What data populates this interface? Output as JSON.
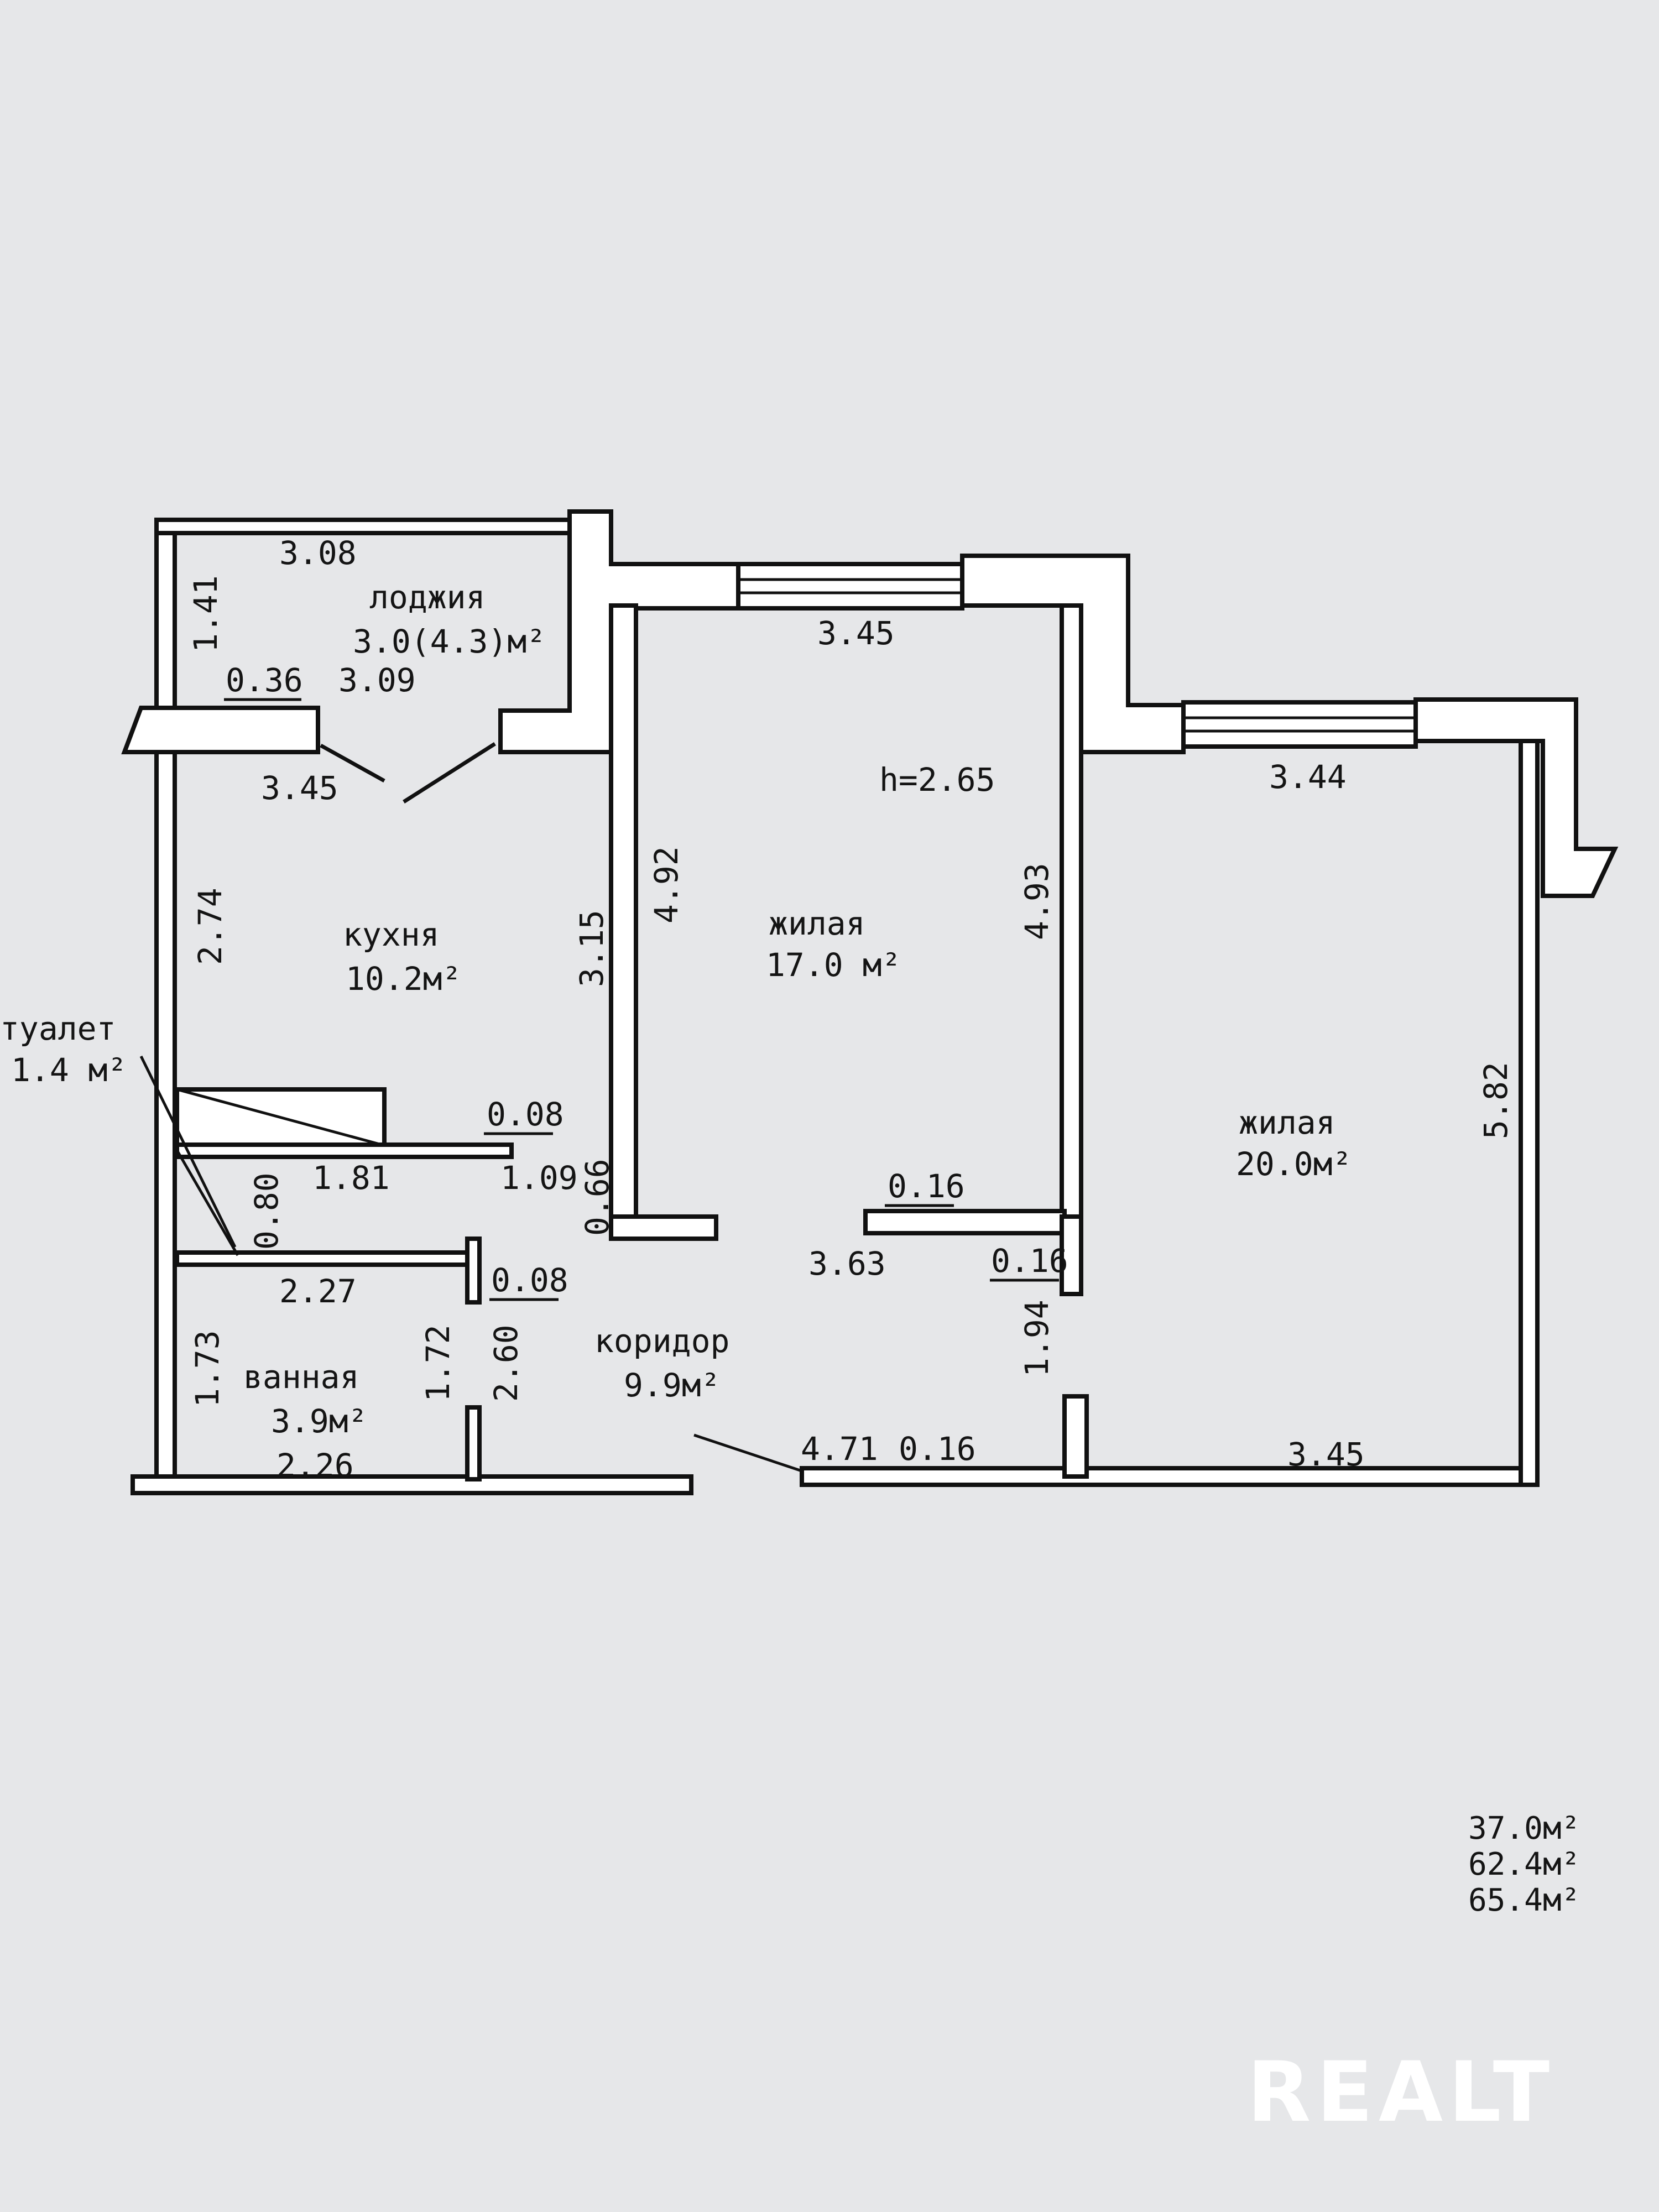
{
  "rooms": {
    "loggia": {
      "name": "лоджия",
      "area": "3.0(4.3)м²"
    },
    "kitchen": {
      "name": "кухня",
      "area": "10.2м²"
    },
    "living1": {
      "name": "жилая",
      "area": "17.0 м²"
    },
    "living2": {
      "name": "жилая",
      "area": "20.0м²"
    },
    "corridor": {
      "name": "коридор",
      "area": "9.9м²"
    },
    "toilet": {
      "name": "туалет",
      "area": "1.4 м²"
    },
    "bath": {
      "name": "ванная",
      "area": "3.9м²"
    }
  },
  "height": "h=2.65",
  "dims": {
    "loggia_top": "3.08",
    "loggia_side": "1.41",
    "loggia_036": "0.36",
    "loggia_bottom": "3.09",
    "kitchen_top": "3.45",
    "kitchen_side": "2.74",
    "kitchen_right": "3.15",
    "living1_top": "3.45",
    "living1_left": "4.92",
    "living1_right": "4.93",
    "living2_top": "3.44",
    "living2_right": "5.82",
    "living2_bottom": "3.45",
    "toilet_008": "0.08",
    "toilet_181": "1.81",
    "toilet_109": "1.09",
    "toilet_080": "0.80",
    "corr_066": "0.66",
    "corr_016a": "0.16",
    "corr_016b": "0.16",
    "corr_363": "3.63",
    "bath_227": "2.27",
    "bath_008": "0.08",
    "bath_173": "1.73",
    "bath_172": "1.72",
    "bath_260": "2.60",
    "bath_226": "2.26",
    "corr_194": "1.94",
    "corr_471": "4.71",
    "corr_016c": "0.16"
  },
  "totals": [
    "37.0м²",
    "62.4м²",
    "65.4м²"
  ],
  "watermark": "REALT",
  "colors": {
    "paper": "#e6e7e9",
    "ink": "#111111",
    "logo": "#ffffff"
  }
}
